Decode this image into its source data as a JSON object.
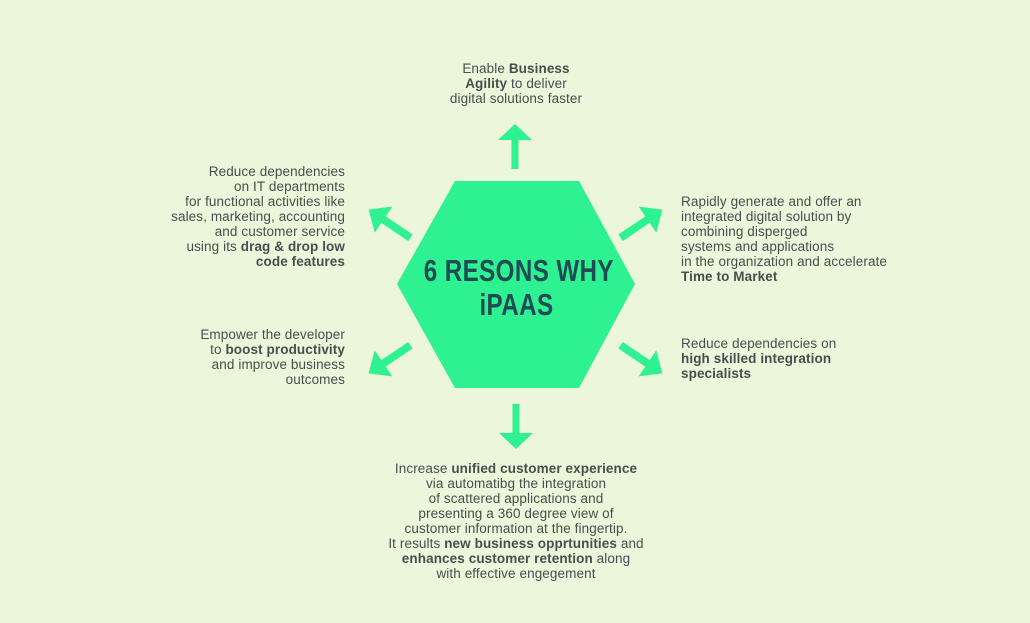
{
  "colors": {
    "bg": "#ecf6da",
    "accent": "#2ef191",
    "title": "#1d4c55",
    "body": "#454f4e"
  },
  "title": {
    "line1": "6 RESONS WHY",
    "line2": "iPAAS"
  },
  "icons": {
    "center_shape": "hexagon-shape",
    "arrows": [
      "arrow-up-icon",
      "arrow-up-left-icon",
      "arrow-up-right-icon",
      "arrow-down-left-icon",
      "arrow-down-right-icon",
      "arrow-down-icon"
    ]
  },
  "blocks": {
    "top": {
      "lines": [
        [
          {
            "t": "Enable ",
            "b": false
          },
          {
            "t": "Business",
            "b": true
          }
        ],
        [
          {
            "t": "Agility",
            "b": true
          },
          {
            "t": " to deliver",
            "b": false
          }
        ],
        [
          {
            "t": "digital solutions faster",
            "b": false
          }
        ]
      ]
    },
    "upper_left": {
      "lines": [
        [
          {
            "t": "Reduce dependencies",
            "b": false
          }
        ],
        [
          {
            "t": "on IT departments",
            "b": false
          }
        ],
        [
          {
            "t": "for functional activities like",
            "b": false
          }
        ],
        [
          {
            "t": "sales, marketing, accounting",
            "b": false
          }
        ],
        [
          {
            "t": "and customer service",
            "b": false
          }
        ],
        [
          {
            "t": "using its ",
            "b": false
          },
          {
            "t": "drag & drop low",
            "b": true
          }
        ],
        [
          {
            "t": "code features",
            "b": true
          }
        ]
      ]
    },
    "lower_left": {
      "lines": [
        [
          {
            "t": "Empower the developer",
            "b": false
          }
        ],
        [
          {
            "t": "to ",
            "b": false
          },
          {
            "t": "boost productivity",
            "b": true
          }
        ],
        [
          {
            "t": "and improve business",
            "b": false
          }
        ],
        [
          {
            "t": "outcomes",
            "b": false
          }
        ]
      ]
    },
    "upper_right": {
      "lines": [
        [
          {
            "t": "Rapidly generate and offer an",
            "b": false
          }
        ],
        [
          {
            "t": "integrated digital solution by",
            "b": false
          }
        ],
        [
          {
            "t": "combining disperged",
            "b": false
          }
        ],
        [
          {
            "t": "systems and applications",
            "b": false
          }
        ],
        [
          {
            "t": "in the organization and accelerate",
            "b": false
          }
        ],
        [
          {
            "t": "Time to Market",
            "b": true
          }
        ]
      ]
    },
    "lower_right": {
      "lines": [
        [
          {
            "t": "Reduce dependencies on",
            "b": false
          }
        ],
        [
          {
            "t": "high skilled integration",
            "b": true
          }
        ],
        [
          {
            "t": "specialists",
            "b": true
          }
        ]
      ]
    },
    "bottom": {
      "lines": [
        [
          {
            "t": "Increase ",
            "b": false
          },
          {
            "t": "unified customer experience",
            "b": true
          }
        ],
        [
          {
            "t": "via automatibg the integration",
            "b": false
          }
        ],
        [
          {
            "t": "of scattered applications and",
            "b": false
          }
        ],
        [
          {
            "t": "presenting a 360 degree view of",
            "b": false
          }
        ],
        [
          {
            "t": "customer information at the fingertip.",
            "b": false
          }
        ],
        [
          {
            "t": "It results ",
            "b": false
          },
          {
            "t": "new business opprtunities",
            "b": true
          },
          {
            "t": " and",
            "b": false
          }
        ],
        [
          {
            "t": "enhances customer retention",
            "b": true
          },
          {
            "t": " along",
            "b": false
          }
        ],
        [
          {
            "t": "with effective engegement",
            "b": false
          }
        ]
      ]
    }
  }
}
